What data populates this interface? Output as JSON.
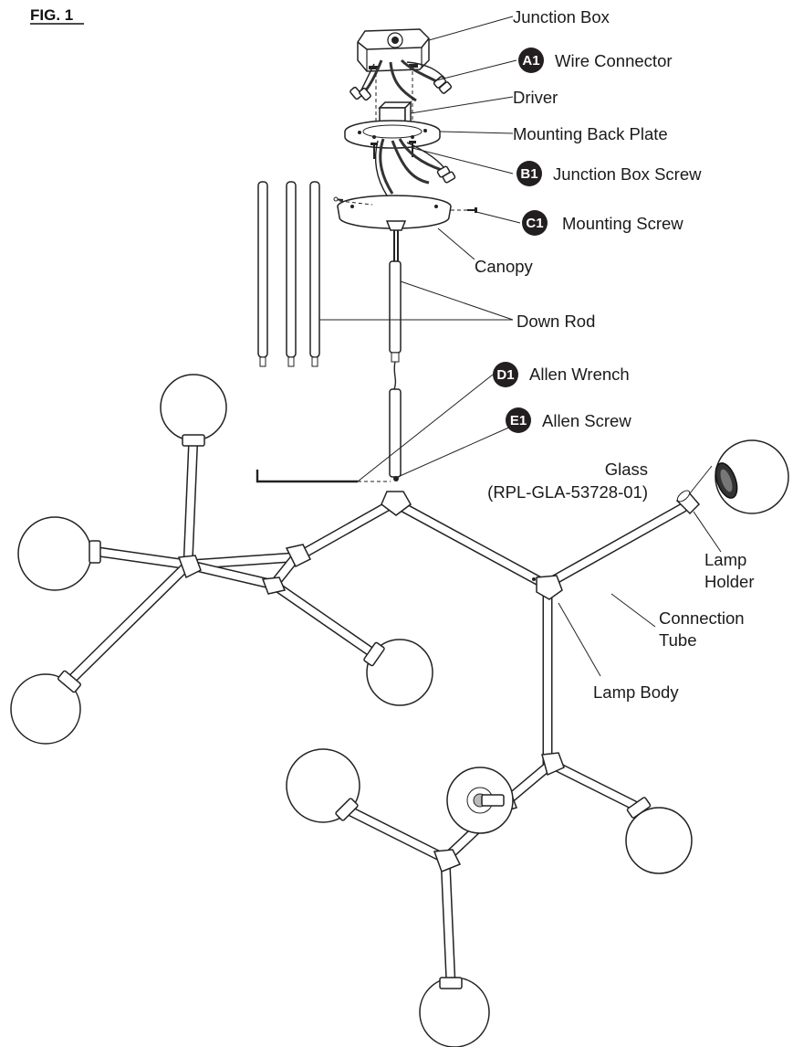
{
  "figure": {
    "title": "FIG. 1",
    "badge_color": "#231f20",
    "labels": {
      "junction_box": "Junction Box",
      "wire_connector": "Wire Connector",
      "driver": "Driver",
      "mounting_back_plate": "Mounting Back Plate",
      "junction_box_screw": "Junction Box Screw",
      "mounting_screw": "Mounting Screw",
      "canopy": "Canopy",
      "down_rod": "Down Rod",
      "allen_wrench": "Allen Wrench",
      "allen_screw": "Allen Screw",
      "glass": "Glass",
      "glass_part_number": "(RPL-GLA-53728-01)",
      "lamp_holder_line1": "Lamp",
      "lamp_holder_line2": "Holder",
      "connection_tube_line1": "Connection",
      "connection_tube_line2": "Tube",
      "lamp_body": "Lamp Body"
    },
    "badges": {
      "wire_connector": "A1",
      "junction_box_screw": "B1",
      "mounting_screw": "C1",
      "allen_wrench": "D1",
      "allen_screw": "E1"
    }
  }
}
